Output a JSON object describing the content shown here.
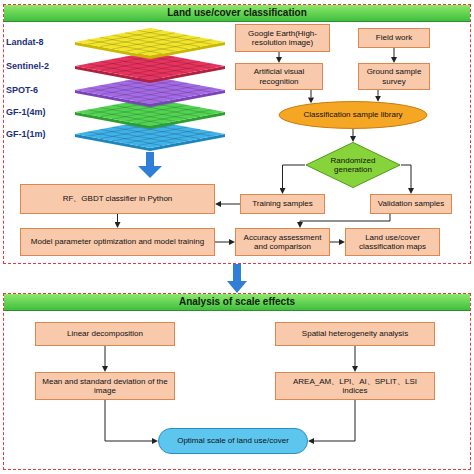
{
  "diagram": {
    "nodes": [
      {
        "text": [
          "Land use/cover classification"
        ]
      },
      {
        "text": [
          "Google Earth(High-resolution image)"
        ],
        "in": 0
      },
      {
        "text": [
          "Field work"
        ],
        "in": 0
      },
      {
        "text": [
          "Artificial visual recognition"
        ],
        "in": 0
      },
      {
        "text": [
          "Ground sample survey"
        ],
        "in": 0
      },
      {
        "text": [
          "Classification sample library"
        ],
        "in": 0
      },
      {
        "text": [
          "Randomized generation"
        ],
        "in": 0
      },
      {
        "text": [
          "RF、GBDT classifier in Python"
        ],
        "in": 0
      },
      {
        "text": [
          "Training samples"
        ],
        "in": 0
      },
      {
        "text": [
          "Validation samples"
        ],
        "in": 0
      },
      {
        "text": [
          "Model parameter optimization and model training"
        ],
        "in": 0
      },
      {
        "text": [
          "Accuracy assessment and comparison"
        ],
        "in": 0
      },
      {
        "text": [
          "Land use/cover classification maps"
        ],
        "in": 0
      },
      {
        "text": [
          "Analysis of scale effects"
        ]
      },
      {
        "text": [
          "Linear decomposition"
        ],
        "in": 13
      },
      {
        "text": [
          "Spatial heterogeneity analysis"
        ],
        "in": 13
      },
      {
        "text": [
          "Mean and standard deviation of the image"
        ],
        "in": 13
      },
      {
        "text": [
          "AREA_AM、LPI、AI、SPLIT、LSI indices"
        ],
        "in": 13
      },
      {
        "text": [
          "Optimal scale of land use/cover"
        ],
        "in": 13
      }
    ],
    "edges": [
      {
        "from": 1,
        "to": 3,
        "arrow": "to"
      },
      {
        "from": 2,
        "to": 4,
        "arrow": "to"
      },
      {
        "from": 3,
        "to": 5,
        "arrow": "to"
      },
      {
        "from": 4,
        "to": 5,
        "arrow": "to"
      },
      {
        "from": 5,
        "to": 6,
        "arrow": "to"
      },
      {
        "from": 6,
        "to": 8,
        "arrow": "to"
      },
      {
        "from": 6,
        "to": 9,
        "arrow": "to"
      },
      {
        "from": 8,
        "to": 7,
        "arrow": "to"
      },
      {
        "from": 7,
        "to": 10,
        "arrow": "to"
      },
      {
        "from": 10,
        "to": 11,
        "arrow": "to"
      },
      {
        "from": 9,
        "to": 11,
        "arrow": "to"
      },
      {
        "from": 11,
        "to": 12,
        "arrow": "to"
      },
      {
        "from": 0,
        "to": 13,
        "arrow": "to"
      },
      {
        "from": 14,
        "to": 16,
        "arrow": "to"
      },
      {
        "from": 15,
        "to": 17,
        "arrow": "to"
      },
      {
        "from": 16,
        "to": 18,
        "arrow": "to"
      },
      {
        "from": 17,
        "to": 18,
        "arrow": "to"
      }
    ],
    "labels": [
      "Landat-8",
      "Sentinel-2",
      "SPOT-6",
      "GF-1(4m)",
      "GF-1(1m)"
    ]
  }
}
